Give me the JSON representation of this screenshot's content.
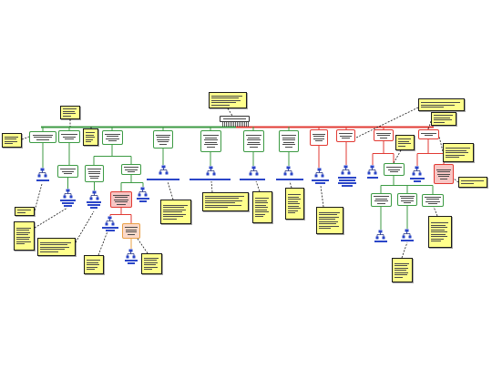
{
  "palette": {
    "topic_green": "#3c9a43",
    "topic_red": "#e23a33",
    "note_fill": "#ffff8c",
    "note_border": "#1a1a1a",
    "subtopic_pink": "#f7c6c4",
    "subtopic_orange": "#e9a046",
    "caption_blue": "#2b46c8",
    "text_gray": "#4a4a4a"
  },
  "diagram": {
    "root": {
      "lines": 1
    },
    "root_note": {
      "lines": 5
    },
    "main_topics": [
      {
        "lines": 3
      },
      {
        "lines": 3
      },
      {
        "lines": 4
      },
      {
        "lines": 5
      },
      {
        "lines": 6
      },
      {
        "lines": 6
      },
      {
        "lines": 6
      },
      {
        "lines": 4
      },
      {
        "lines": 3
      },
      {
        "lines": 3
      },
      {
        "lines": 2
      }
    ],
    "subtopics": [
      {
        "lines": 3
      },
      {
        "lines": 5
      },
      {
        "lines": 3
      },
      {
        "lines": 5
      },
      {
        "lines": 4
      },
      {
        "lines": 3
      },
      {
        "lines": 4
      },
      {
        "lines": 4
      },
      {
        "lines": 4
      },
      {
        "lines": 5
      }
    ],
    "notes": [
      {
        "lines": 4
      },
      {
        "lines": 4
      },
      {
        "lines": 5
      },
      {
        "lines": 4
      },
      {
        "lines": 3
      },
      {
        "lines": 4
      },
      {
        "lines": 5
      },
      {
        "lines": 2
      },
      {
        "lines": 2
      },
      {
        "lines": 8
      },
      {
        "lines": 5
      },
      {
        "lines": 5
      },
      {
        "lines": 6
      },
      {
        "lines": 7
      },
      {
        "lines": 6
      },
      {
        "lines": 9
      },
      {
        "lines": 9
      },
      {
        "lines": 8
      },
      {
        "lines": 7
      },
      {
        "lines": 9
      }
    ],
    "icons": [
      {
        "icon": "sitemap-icon",
        "caption_lines": 1
      },
      {
        "icon": "sitemap-icon",
        "caption_lines": 3
      },
      {
        "icon": "sitemap-icon",
        "caption_lines": 3
      },
      {
        "icon": "sitemap-icon",
        "caption_lines": 2
      },
      {
        "icon": "sitemap-icon",
        "caption_lines": 2
      },
      {
        "icon": "sitemap-icon",
        "caption_lines": 2
      },
      {
        "icon": "sitemap-icon",
        "caption_lines": 1
      },
      {
        "icon": "sitemap-icon",
        "caption_lines": 1
      },
      {
        "icon": "sitemap-icon",
        "caption_lines": 1
      },
      {
        "icon": "sitemap-icon",
        "caption_lines": 1
      },
      {
        "icon": "sitemap-icon",
        "caption_lines": 2
      },
      {
        "icon": "sitemap-icon",
        "caption_lines": 4
      },
      {
        "icon": "sitemap-icon",
        "caption_lines": 1
      },
      {
        "icon": "sitemap-icon",
        "caption_lines": 2
      },
      {
        "icon": "sitemap-icon",
        "caption_lines": 1
      },
      {
        "icon": "sitemap-icon",
        "caption_lines": 1
      }
    ]
  }
}
